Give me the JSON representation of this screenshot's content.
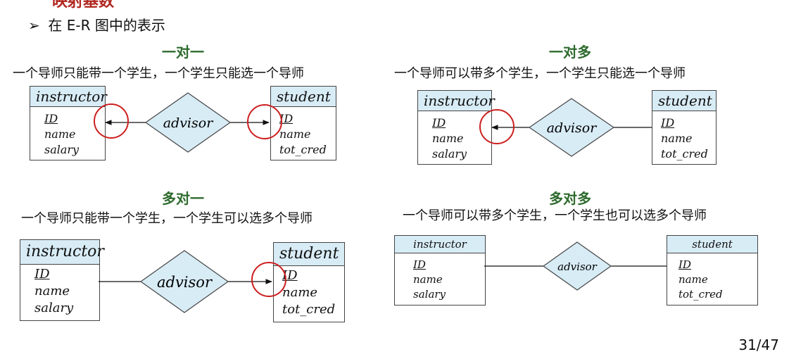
{
  "heading_partial": "映射基数",
  "bullet": "在 E-R 图中的表示",
  "panels": [
    {
      "title": "一对一",
      "desc": "一个导师只能带一个学生，一个学生只能选一个导师",
      "left": {
        "name": "instructor",
        "attrs": [
          "ID",
          "name",
          "salary"
        ]
      },
      "rel": "advisor",
      "right": {
        "name": "student",
        "attrs": [
          "ID",
          "name",
          "tot_cred"
        ]
      }
    },
    {
      "title": "一对多",
      "desc": "一个导师可以带多个学生，一个学生只能选一个导师",
      "left": {
        "name": "instructor",
        "attrs": [
          "ID",
          "name",
          "salary"
        ]
      },
      "rel": "advisor",
      "right": {
        "name": "student",
        "attrs": [
          "ID",
          "name",
          "tot_cred"
        ]
      }
    },
    {
      "title": "多对一",
      "desc": "一个导师只能带一个学生，一个学生可以选多个导师",
      "left": {
        "name": "instructor",
        "attrs": [
          "ID",
          "name",
          "salary"
        ]
      },
      "rel": "advisor",
      "right": {
        "name": "student",
        "attrs": [
          "ID",
          "name",
          "tot_cred"
        ]
      }
    },
    {
      "title": "多对多",
      "desc": "一个导师可以带多个学生，一个学生也可以选多个导师",
      "left": {
        "name": "instructor",
        "attrs": [
          "ID",
          "name",
          "salary"
        ]
      },
      "rel": "advisor",
      "right": {
        "name": "student",
        "attrs": [
          "ID",
          "name",
          "tot_cred"
        ]
      }
    }
  ],
  "page": "31/47",
  "colors": {
    "entity_header": "#d8ecf6",
    "relationship_fill": "#d8ecf6",
    "circle": "#cc1f1f",
    "title_green": "#2e6b2e"
  }
}
